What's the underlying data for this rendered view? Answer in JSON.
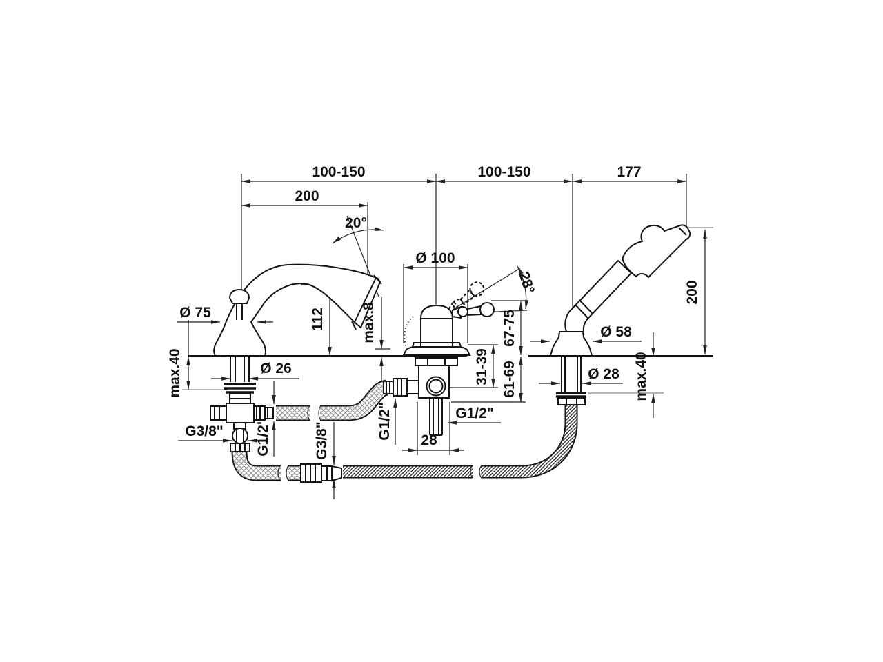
{
  "drawing": {
    "background": "#ffffff",
    "line_color": "#141414",
    "description": "Dimensioned installation drawing of a deck-mounted bathtub mixer set: swan-neck spout, diverter valve with lever handle, hand shower on deck holder, flexible supply hoses and corrugated shower hose"
  },
  "labels": {
    "span_spout_to_mixer": "100-150",
    "span_mixer_to_shower": "100-150",
    "span_shower_offset": "177",
    "spout_reach": "200",
    "spout_angle": "20°",
    "spout_base_dia": "Ø 75",
    "spout_height": "112",
    "spout_shank_dia": "Ø 26",
    "spout_deck_max": "max.40",
    "spout_supply_thread": "G3/8\"",
    "spout_hose_thread": "G1/2\"",
    "mixer_escutcheon_dia": "Ø 100",
    "mixer_deck_min": "max.8",
    "mixer_lever_angle": "28°",
    "mixer_height_above": "67-75",
    "mixer_body_range": "31-39",
    "mixer_depth_below": "61-69",
    "mixer_outlet_thread": "G1/2\"",
    "mixer_body_width": "28",
    "mixer_inlet_thread": "G1/2\"",
    "shower_hose_thread": "G3/8\"",
    "shower_height": "200",
    "shower_escutcheon_dia": "Ø 58",
    "shower_shank_dia": "Ø 28",
    "shower_deck_max": "max.40"
  }
}
